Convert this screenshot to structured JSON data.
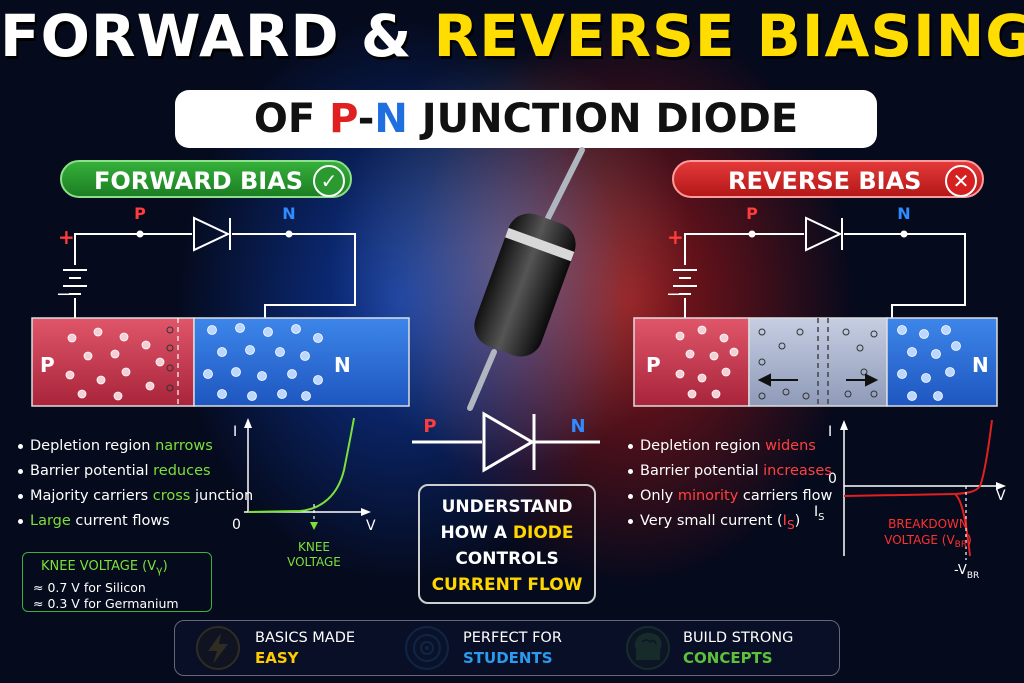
{
  "title": {
    "line1_white": "FORWARD &",
    "line1_yellow": "REVERSE BIASING",
    "line2_prefix": "OF",
    "line2_p": "P",
    "line2_dash": "-",
    "line2_n": "N",
    "line2_suffix": "JUNCTION DIODE"
  },
  "forward": {
    "label": "FORWARD BIAS",
    "status_icon": "check-icon",
    "plus": "+",
    "minus": "−",
    "p_terminal": "P",
    "n_terminal": "N",
    "p_region": "P",
    "n_region": "N",
    "bullets": [
      {
        "text": "Depletion region ",
        "hl": "narrows"
      },
      {
        "text": "Barrier potential ",
        "hl": "reduces"
      },
      {
        "text": "Majority carriers ",
        "hl": "cross",
        "tail": " junction"
      },
      {
        "text": "",
        "hl": "Large",
        "tail": " current flows"
      }
    ],
    "graph": {
      "i": "I",
      "v": "V",
      "zero": "0",
      "knee1": "KNEE",
      "knee2": "VOLTAGE"
    },
    "knee_box": {
      "title": "KNEE VOLTAGE (V",
      "sub": "γ",
      "close": ")",
      "lines": [
        "≈ 0.7 V for Silicon",
        "≈ 0.3 V for Germanium"
      ]
    },
    "accent": "#3fb83f"
  },
  "reverse": {
    "label": "REVERSE BIAS",
    "status_icon": "x-icon",
    "plus": "+",
    "minus": "−",
    "p_terminal": "P",
    "n_terminal": "N",
    "p_region": "P",
    "n_region": "N",
    "bullets": [
      {
        "text": "Depletion region ",
        "hl": "widens"
      },
      {
        "text": "Barrier potential ",
        "hl": "increases"
      },
      {
        "text": "Only ",
        "hl": "minority",
        "tail": " carriers flow"
      },
      {
        "text": "Very small current (",
        "hl": "I",
        "hl_sub": "S",
        "tail": ")"
      }
    ],
    "graph": {
      "i": "I",
      "v": "V",
      "zero": "0",
      "is": "I",
      "is_sub": "S",
      "bd1": "BREAKDOWN",
      "bd2": "VOLTAGE (V",
      "bd2_sub": "BR",
      "bd2_close": ")",
      "vbr": "-V",
      "vbr_sub": "BR"
    },
    "accent": "#e02020"
  },
  "center": {
    "p": "P",
    "n": "N",
    "lines": [
      "UNDERSTAND",
      "HOW A",
      "DIODE",
      "CONTROLS",
      "CURRENT FLOW"
    ]
  },
  "bottom": [
    {
      "icon": "lightning-icon",
      "line1": "BASICS MADE",
      "line2": "EASY",
      "color": "#ffcc00"
    },
    {
      "icon": "target-icon",
      "line1": "PERFECT FOR",
      "line2": "STUDENTS",
      "color": "#2a9bef"
    },
    {
      "icon": "brain-icon",
      "line1": "BUILD STRONG",
      "line2": "CONCEPTS",
      "color": "#5cc23c"
    }
  ]
}
